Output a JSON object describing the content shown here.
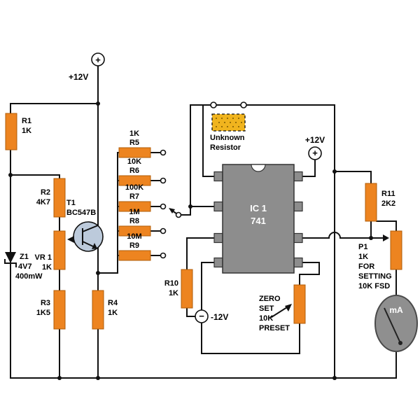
{
  "power": {
    "top_supply": "+12V",
    "ic_supply": "+12V",
    "negative_supply": "-12V",
    "plus_symbol": "+",
    "minus_symbol": "−"
  },
  "components": {
    "r1": {
      "ref": "R1",
      "value": "1K"
    },
    "r2": {
      "ref": "R2",
      "value": "4K7"
    },
    "r3": {
      "ref": "R3",
      "value": "1K5"
    },
    "r4": {
      "ref": "R4",
      "value": "1K"
    },
    "r5": {
      "ref": "R5",
      "value": "1K"
    },
    "r6": {
      "ref": "R6",
      "value": "10K"
    },
    "r7": {
      "ref": "R7",
      "value": "100K"
    },
    "r8": {
      "ref": "R8",
      "value": "1M"
    },
    "r9": {
      "ref": "R9",
      "value": "10M"
    },
    "r10": {
      "ref": "R10",
      "value": "1K"
    },
    "r11": {
      "ref": "R11",
      "value": "2K2"
    },
    "vr1": {
      "ref": "VR 1",
      "value": "1K"
    },
    "z1": {
      "ref": "Z1",
      "value": "4V7",
      "power": "400mW"
    },
    "t1": {
      "ref": "T1",
      "part": "BC547B"
    },
    "ic1": {
      "ref": "IC 1",
      "part": "741"
    },
    "unknown_resistor": {
      "label_line1": "Unknown",
      "label_line2": "Resistor"
    },
    "zero_preset": {
      "line1": "ZERO",
      "line2": "SET",
      "line3": "10K",
      "line4": "PRESET"
    },
    "p1": {
      "line1": "P1",
      "line2": "1K",
      "line3": "FOR",
      "line4": "SETTING",
      "line5": "10K FSD"
    },
    "meter": {
      "unit": "mA"
    }
  },
  "colors": {
    "resistor": "#ed8420",
    "ic_body": "#8d8d8d",
    "meter_body": "#8f8f8f",
    "unknown_fill": "#f0b41e",
    "transistor_fill": "#bccadb",
    "wire": "#111111"
  }
}
